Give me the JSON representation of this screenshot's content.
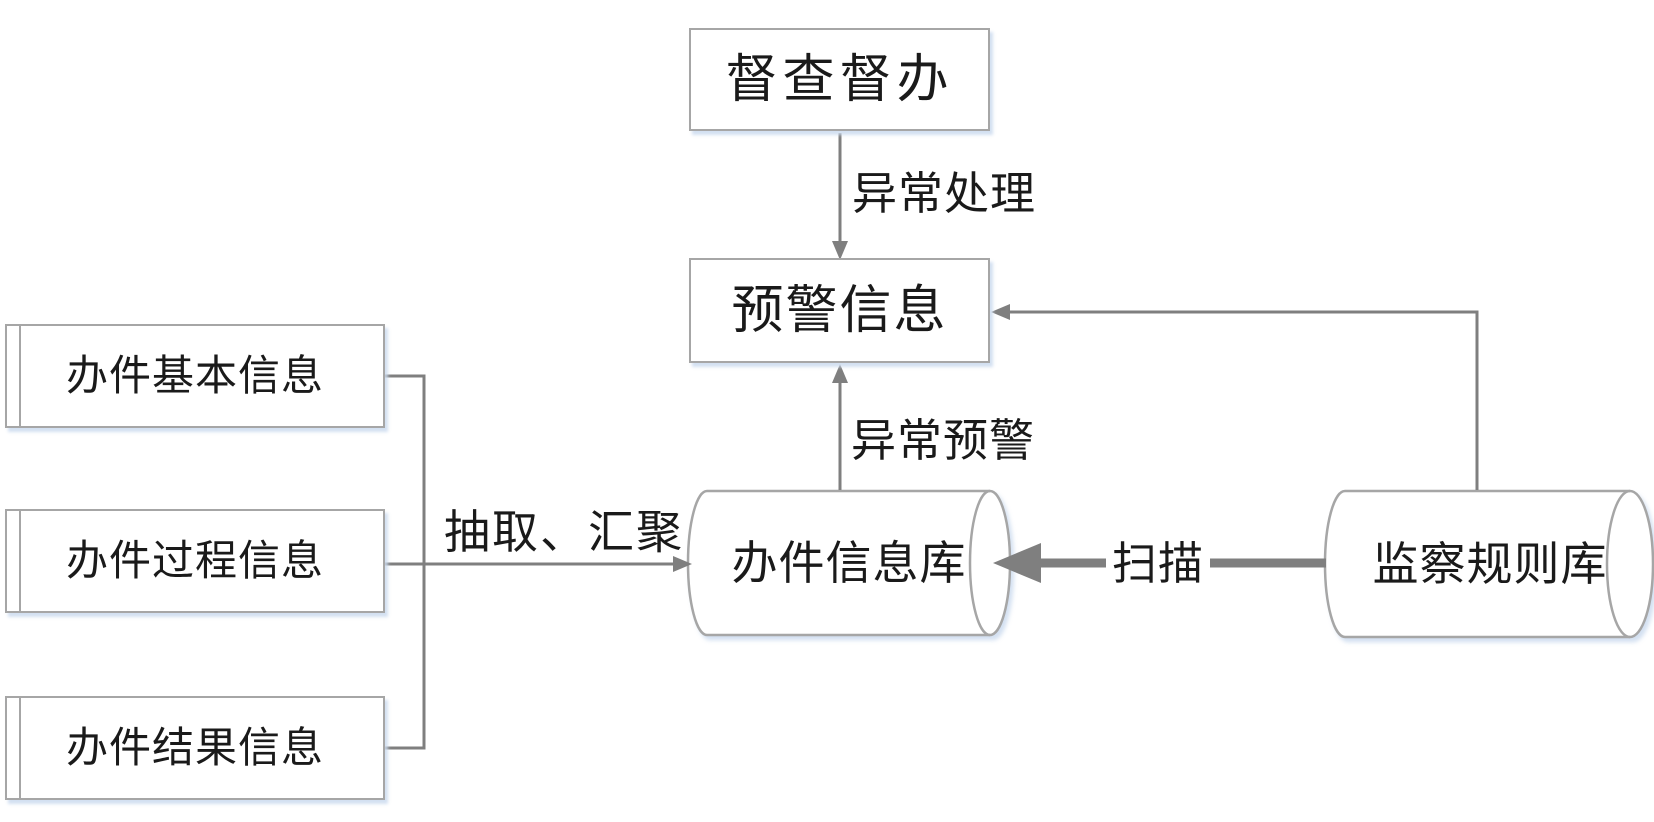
{
  "nodes": {
    "supervision": {
      "label": "督查督办"
    },
    "warning_info": {
      "label": "预警信息"
    },
    "case_basic_info": {
      "label": "办件基本信息"
    },
    "case_process_info": {
      "label": "办件过程信息"
    },
    "case_result_info": {
      "label": "办件结果信息"
    },
    "case_info_db": {
      "label": "办件信息库"
    },
    "inspection_rule_db": {
      "label": "监察规则库"
    }
  },
  "edges": {
    "exception_handling": {
      "label": "异常处理",
      "from": "督查督办",
      "to": "预警信息"
    },
    "abnormal_warning": {
      "label": "异常预警",
      "from": "办件信息库",
      "to": "预警信息"
    },
    "extract_aggregate": {
      "label": "抽取、汇聚",
      "from": "办件基本信息/办件过程信息/办件结果信息",
      "to": "办件信息库"
    },
    "scan": {
      "label": "扫描",
      "from": "监察规则库",
      "to": "办件信息库"
    },
    "rule_to_warning": {
      "label": "",
      "from": "监察规则库",
      "to": "预警信息"
    }
  },
  "colors": {
    "connector": "#7f7f7f",
    "shape_border": "#a6a6a6",
    "text": "#1a1a1a",
    "shadow": "#cbdaee",
    "background": "#ffffff"
  }
}
